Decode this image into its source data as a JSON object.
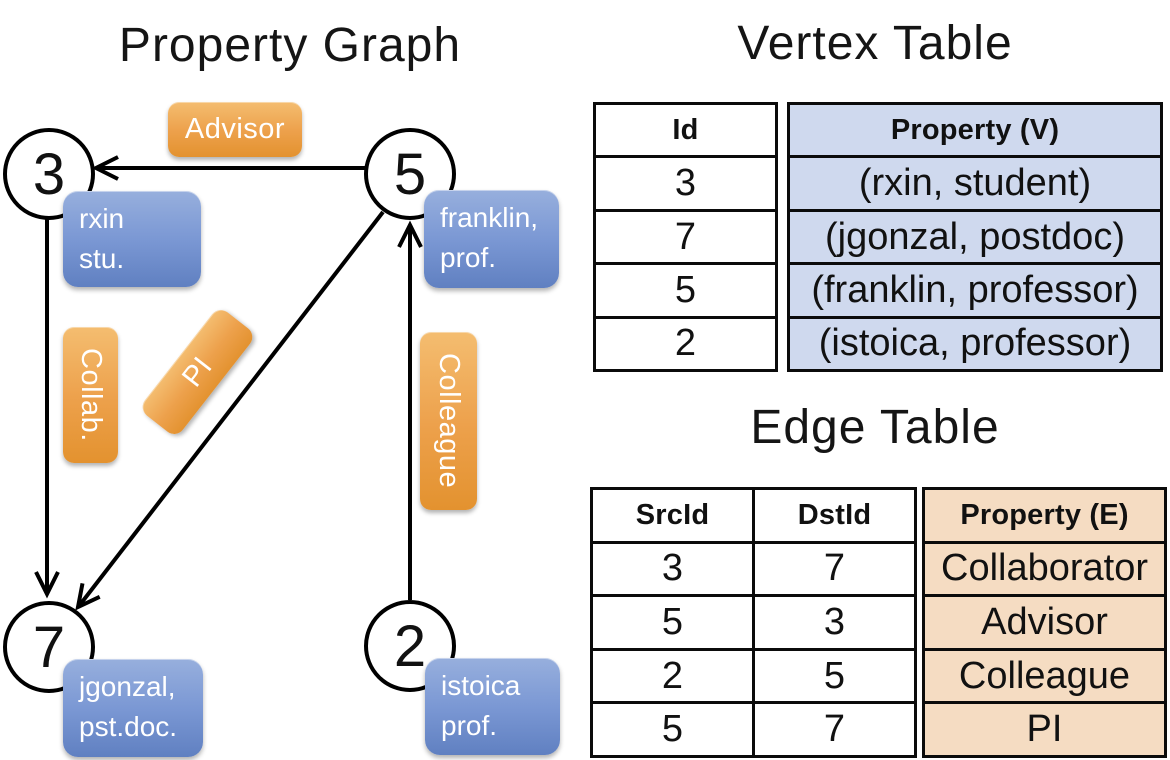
{
  "panel_graph": {
    "title": "Property Graph",
    "nodes": {
      "n3": {
        "id": "3",
        "label_line1": "rxin",
        "label_line2": "stu."
      },
      "n5": {
        "id": "5",
        "label_line1": "franklin,",
        "label_line2": "prof."
      },
      "n7": {
        "id": "7",
        "label_line1": "jgonzal,",
        "label_line2": "pst.doc."
      },
      "n2": {
        "id": "2",
        "label_line1": "istoica",
        "label_line2": "prof."
      }
    },
    "edges": {
      "advisor": {
        "label": "Advisor",
        "from": "5",
        "to": "3"
      },
      "collab": {
        "label": "Collab.",
        "from": "3",
        "to": "7"
      },
      "pi": {
        "label": "PI",
        "from": "5",
        "to": "7"
      },
      "colleague": {
        "label": "Colleague",
        "from": "2",
        "to": "5"
      }
    }
  },
  "vertex_table": {
    "title": "Vertex Table",
    "col_id": "Id",
    "col_property": "Property (V)",
    "rows": [
      {
        "id": "3",
        "property": "(rxin, student)"
      },
      {
        "id": "7",
        "property": "(jgonzal, postdoc)"
      },
      {
        "id": "5",
        "property": "(franklin, professor)"
      },
      {
        "id": "2",
        "property": "(istoica, professor)"
      }
    ]
  },
  "edge_table": {
    "title": "Edge Table",
    "col_src": "SrcId",
    "col_dst": "DstId",
    "col_property": "Property (E)",
    "rows": [
      {
        "src": "3",
        "dst": "7",
        "property": "Collaborator"
      },
      {
        "src": "5",
        "dst": "3",
        "property": "Advisor"
      },
      {
        "src": "2",
        "dst": "5",
        "property": "Colleague"
      },
      {
        "src": "5",
        "dst": "7",
        "property": "PI"
      }
    ]
  },
  "colors": {
    "edge_label_orange": "#eda14c",
    "vertex_label_blue": "#7b98d4",
    "vertex_table_fill": "#cfd9ee",
    "edge_table_fill": "#f5dcc2",
    "line": "#000000"
  }
}
